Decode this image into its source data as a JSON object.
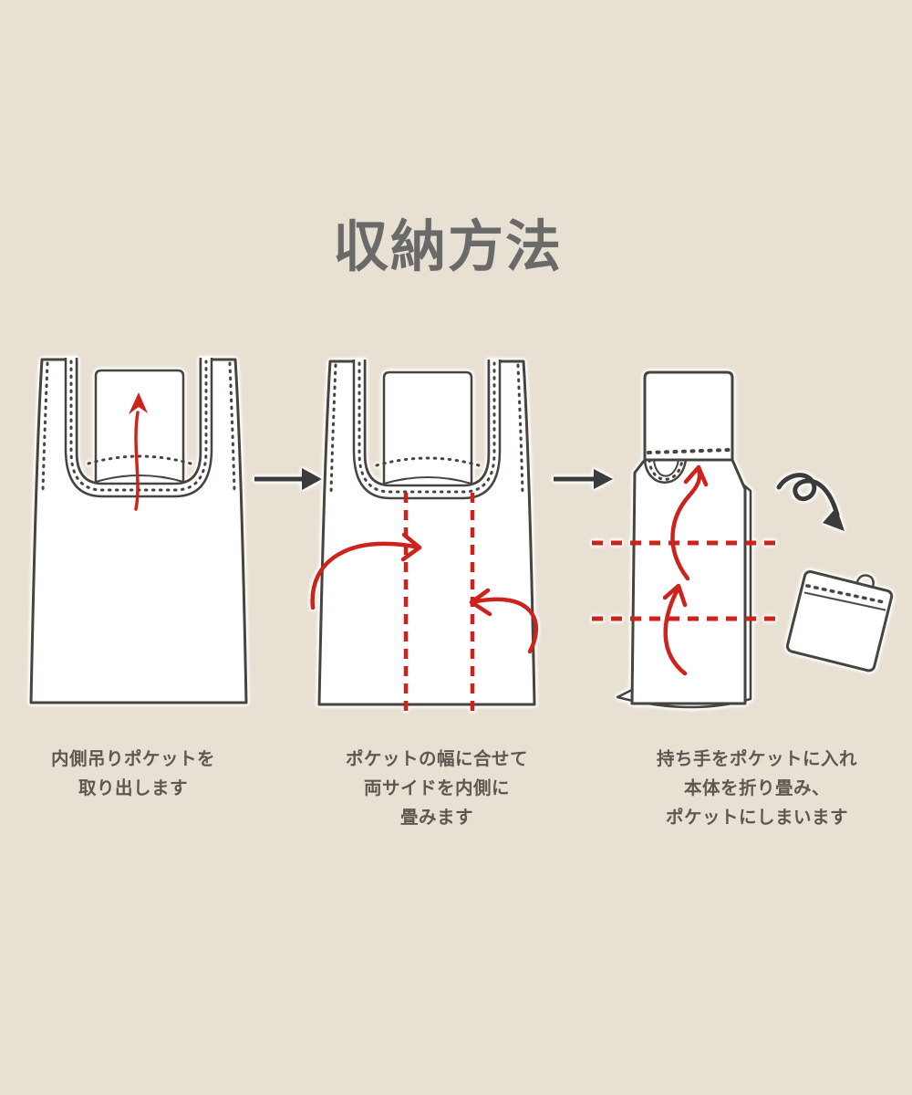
{
  "title": "収納方法",
  "colors": {
    "background": "#e8e1d3",
    "outline": "#474340",
    "accent_red": "#cc231d",
    "title_text": "#6a6a6a",
    "caption_text": "#5c5851",
    "bag_fill": "#ffffff"
  },
  "steps": [
    {
      "illustration": "shopping-bag-inner-pocket-pulled-up",
      "caption_lines": [
        "内側吊りポケットを",
        "取り出します"
      ]
    },
    {
      "illustration": "bag-vertical-fold-lines-sides-folded-inward",
      "caption_lines": [
        "ポケットの幅に合せて",
        "両サイドを内側に",
        "畳みます"
      ]
    },
    {
      "illustration": "folded-strip-horizontal-fold-lines-rolled-up",
      "caption_lines": [
        "持ち手をポケットに入れ",
        "本体を折り畳み、",
        "ポケットにしまいます"
      ]
    }
  ],
  "connectors": {
    "step1_to_step2": "right-arrow",
    "step2_to_step3": "right-arrow",
    "step3_to_result": "curl-down-right-arrow"
  },
  "result": {
    "illustration": "folded-pouch-with-loop"
  }
}
